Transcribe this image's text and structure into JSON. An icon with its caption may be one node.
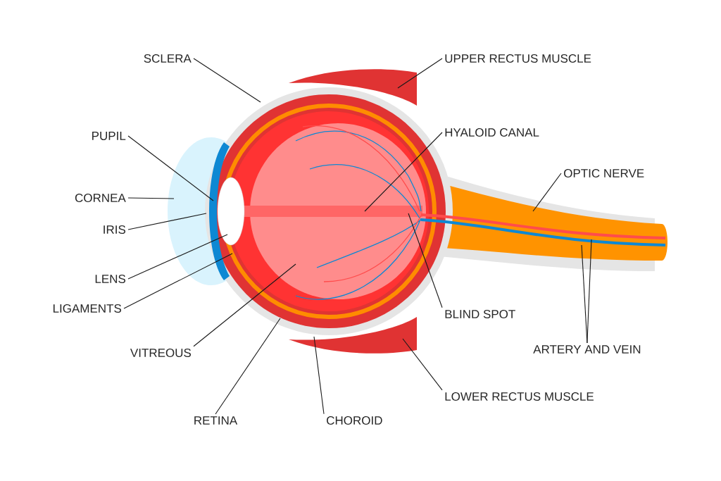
{
  "diagram": {
    "nodes": [
      {
        "text": [
          "SCLERA"
        ]
      },
      {
        "text": [
          "UPPER RECTUS MUSCLE"
        ]
      },
      {
        "text": [
          "PUPIL"
        ]
      },
      {
        "text": [
          "HYALOID CANAL"
        ]
      },
      {
        "text": [
          "OPTIC NERVE"
        ]
      },
      {
        "text": [
          "CORNEA"
        ]
      },
      {
        "text": [
          "IRIS"
        ]
      },
      {
        "text": [
          "LENS"
        ]
      },
      {
        "text": [
          "LIGAMENTS"
        ]
      },
      {
        "text": [
          "BLIND SPOT"
        ]
      },
      {
        "text": [
          "VITREOUS"
        ]
      },
      {
        "text": [
          "ARTERY AND VEIN"
        ]
      },
      {
        "text": [
          "RETINA"
        ]
      },
      {
        "text": [
          "CHOROID"
        ]
      },
      {
        "text": [
          "LOWER RECTUS MUSCLE"
        ]
      }
    ],
    "edges": [
      {
        "from": 0,
        "to": null,
        "arrow": "none"
      },
      {
        "from": 1,
        "to": null,
        "arrow": "none"
      },
      {
        "from": 2,
        "to": null,
        "arrow": "none"
      },
      {
        "from": 3,
        "to": null,
        "arrow": "none"
      },
      {
        "from": 4,
        "to": null,
        "arrow": "none"
      },
      {
        "from": 5,
        "to": null,
        "arrow": "none"
      },
      {
        "from": 6,
        "to": null,
        "arrow": "none"
      },
      {
        "from": 7,
        "to": null,
        "arrow": "none"
      },
      {
        "from": 8,
        "to": null,
        "arrow": "none"
      },
      {
        "from": 9,
        "to": null,
        "arrow": "none"
      },
      {
        "from": 10,
        "to": null,
        "arrow": "none"
      },
      {
        "from": 11,
        "to": null,
        "arrow": "none"
      },
      {
        "from": 11,
        "to": null,
        "arrow": "none"
      },
      {
        "from": 12,
        "to": null,
        "arrow": "none"
      },
      {
        "from": 13,
        "to": null,
        "arrow": "none"
      },
      {
        "from": 14,
        "to": null,
        "arrow": "none"
      }
    ]
  }
}
